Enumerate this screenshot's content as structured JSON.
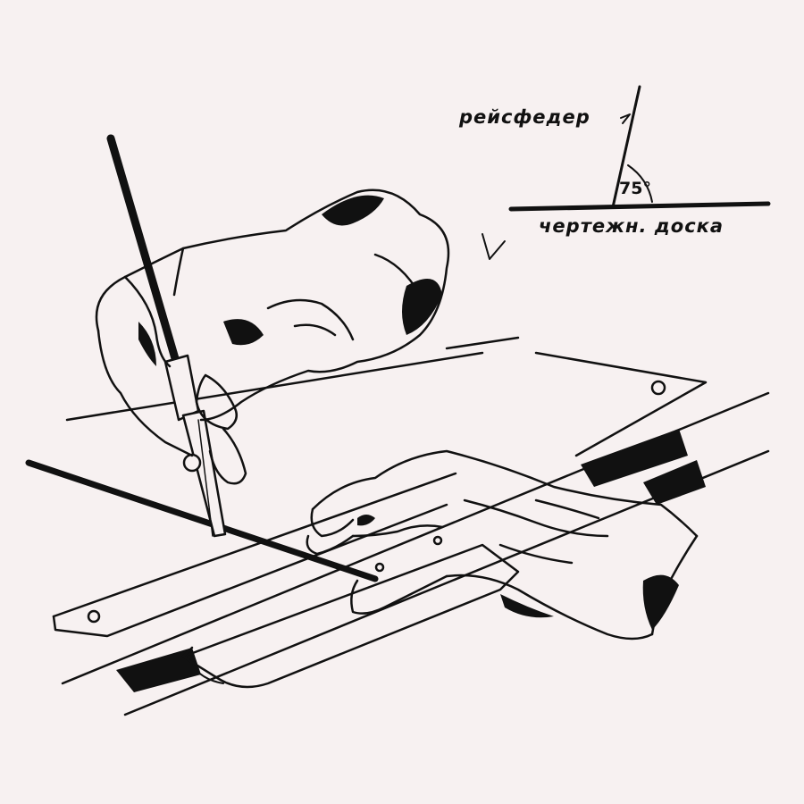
{
  "annotation": {
    "pen_label": "рейсфедер",
    "angle_label": "75°",
    "board_label": "чертежн. доска"
  },
  "colors": {
    "background": "#f7f1f1",
    "ink": "#111111"
  }
}
